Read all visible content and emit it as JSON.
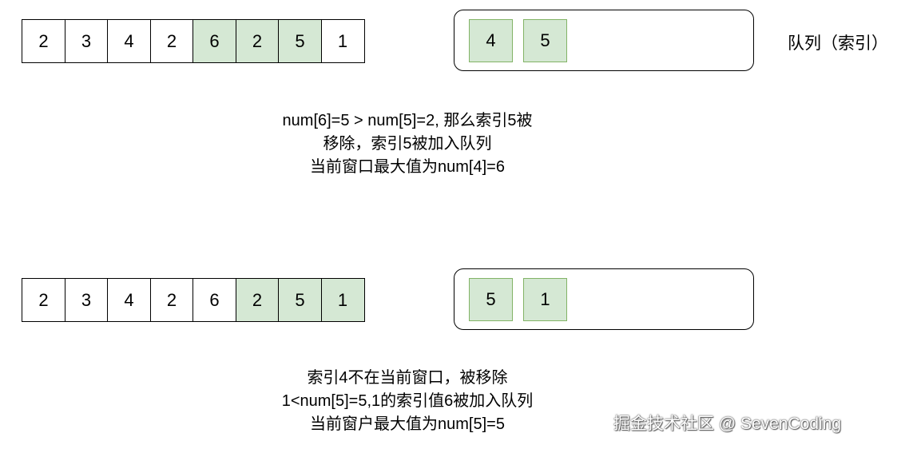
{
  "steps": [
    {
      "array": [
        {
          "value": "2",
          "highlighted": false
        },
        {
          "value": "3",
          "highlighted": false
        },
        {
          "value": "4",
          "highlighted": false
        },
        {
          "value": "2",
          "highlighted": false
        },
        {
          "value": "6",
          "highlighted": true
        },
        {
          "value": "2",
          "highlighted": true
        },
        {
          "value": "5",
          "highlighted": true
        },
        {
          "value": "1",
          "highlighted": false
        }
      ],
      "queue": [
        "4",
        "5"
      ],
      "caption": [
        "num[6]=5  > num[5]=2, 那么索引5被",
        "移除，索引5被加入队列",
        "当前窗口最大值为num[4]=6"
      ]
    },
    {
      "array": [
        {
          "value": "2",
          "highlighted": false
        },
        {
          "value": "3",
          "highlighted": false
        },
        {
          "value": "4",
          "highlighted": false
        },
        {
          "value": "2",
          "highlighted": false
        },
        {
          "value": "6",
          "highlighted": false
        },
        {
          "value": "2",
          "highlighted": true
        },
        {
          "value": "5",
          "highlighted": true
        },
        {
          "value": "1",
          "highlighted": true
        }
      ],
      "queue": [
        "5",
        "1"
      ],
      "caption": [
        "索引4不在当前窗口，被移除",
        "1<num[5]=5,1的索引值6被加入队列",
        "当前窗户最大值为num[5]=5"
      ]
    }
  ],
  "queue_label": "队列（索引）",
  "watermark": "掘金技术社区 @ SevenCoding",
  "colors": {
    "highlight_fill": "#d5e8d4",
    "highlight_border": "#82b366",
    "border": "#000000"
  }
}
